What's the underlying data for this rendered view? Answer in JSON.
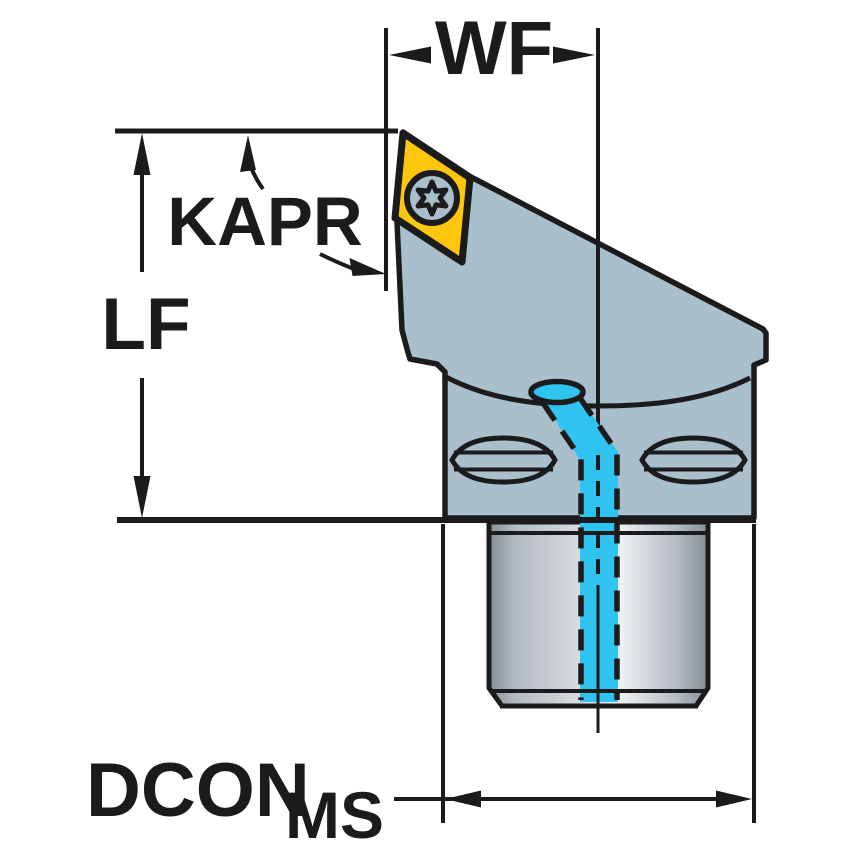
{
  "diagram": {
    "labels": {
      "wf": "WF",
      "kapr": "KAPR",
      "lf": "LF",
      "dcon": "DCON",
      "dcon_subscript": "MS"
    },
    "colors": {
      "line": "#1b1b1b",
      "body": "#a9bfcc",
      "insert": "#ffc60e",
      "coolant": "#2fc3f0",
      "background": "#ffffff",
      "shank_dark": "#878e96",
      "shank_mid": "#b4bbc2",
      "shank_light": "#eef0f2"
    }
  }
}
